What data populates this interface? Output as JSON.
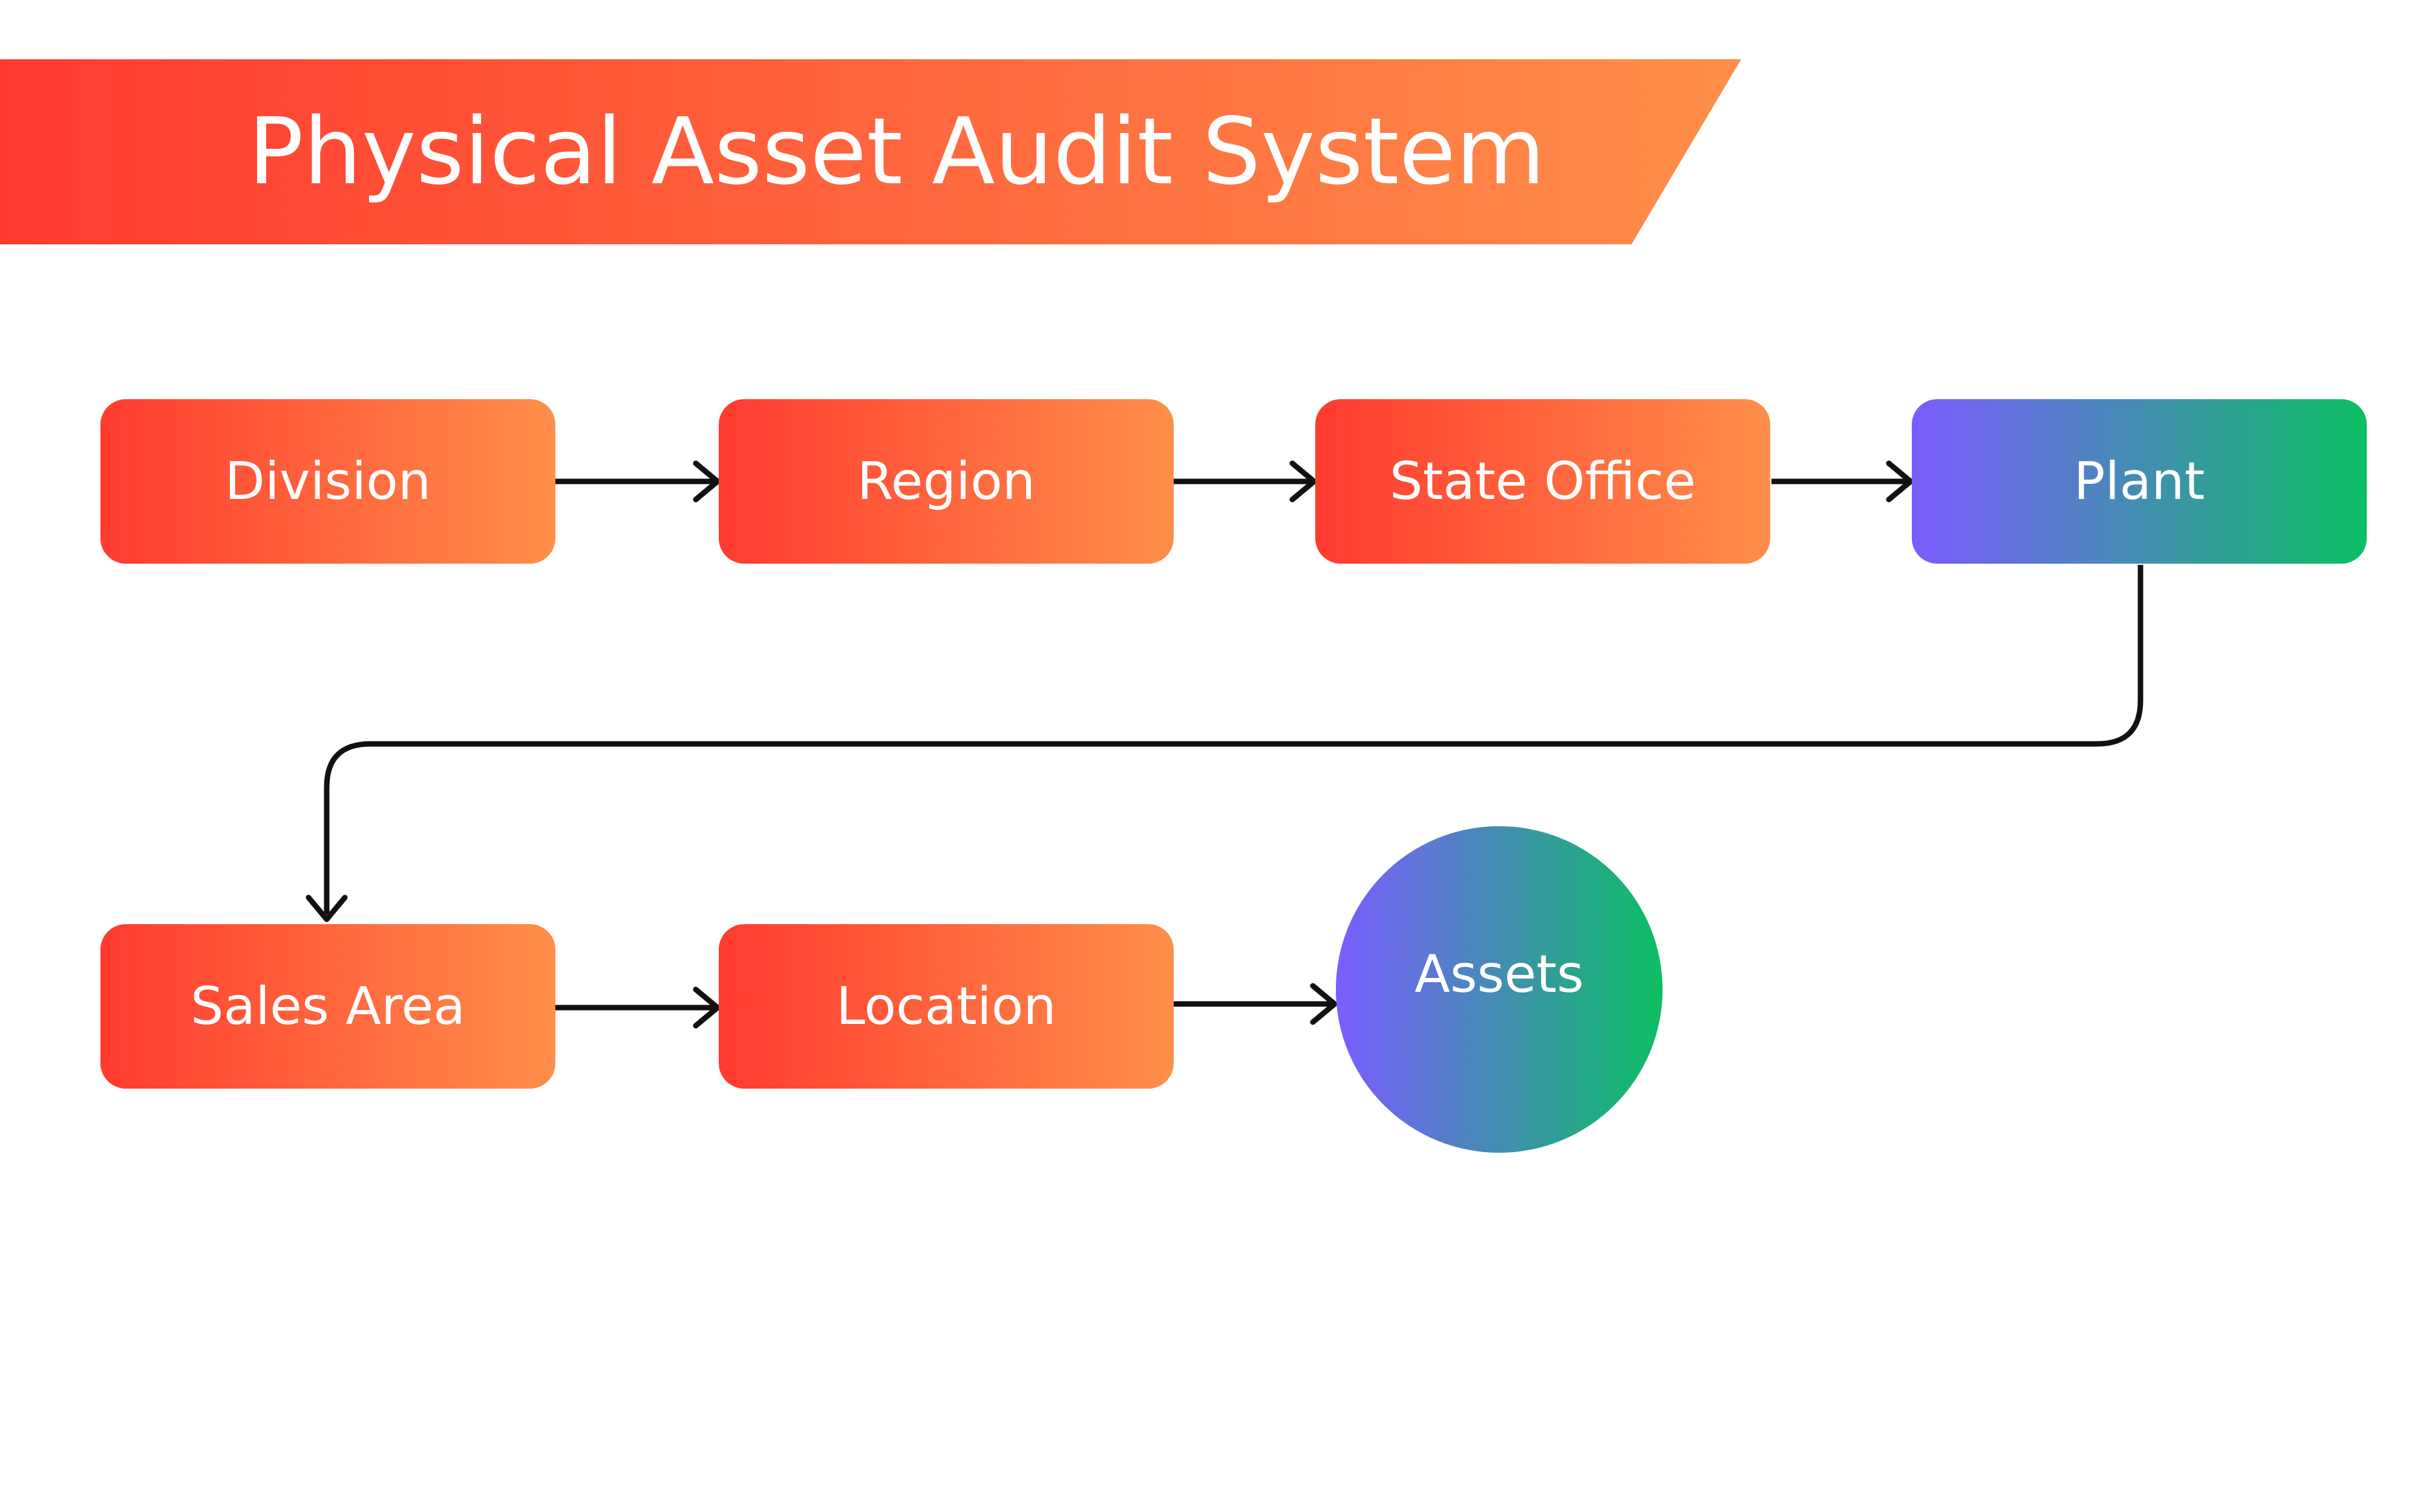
{
  "header": {
    "title": "Physical Asset Audit System"
  },
  "colors": {
    "orange_start": "#ff3b30",
    "orange_end": "#ff8f4a",
    "purple_start": "#7b5cff",
    "green_end": "#0bbf62",
    "arrow": "#111111",
    "background": "#ffffff"
  },
  "nodes": [
    {
      "id": "division",
      "label": "Division",
      "style": "orange",
      "shape": "rounded-rect"
    },
    {
      "id": "region",
      "label": "Region",
      "style": "orange",
      "shape": "rounded-rect"
    },
    {
      "id": "state_office",
      "label": "State Office",
      "style": "orange",
      "shape": "rounded-rect"
    },
    {
      "id": "plant",
      "label": "Plant",
      "style": "purple-green",
      "shape": "rounded-rect"
    },
    {
      "id": "sales_area",
      "label": "Sales Area",
      "style": "orange",
      "shape": "rounded-rect"
    },
    {
      "id": "location",
      "label": "Location",
      "style": "orange",
      "shape": "rounded-rect"
    },
    {
      "id": "assets",
      "label": "Assets",
      "style": "purple-green",
      "shape": "circle"
    }
  ],
  "edges": [
    {
      "from": "division",
      "to": "region"
    },
    {
      "from": "region",
      "to": "state_office"
    },
    {
      "from": "state_office",
      "to": "plant"
    },
    {
      "from": "plant",
      "to": "sales_area"
    },
    {
      "from": "sales_area",
      "to": "location"
    },
    {
      "from": "location",
      "to": "assets"
    }
  ]
}
